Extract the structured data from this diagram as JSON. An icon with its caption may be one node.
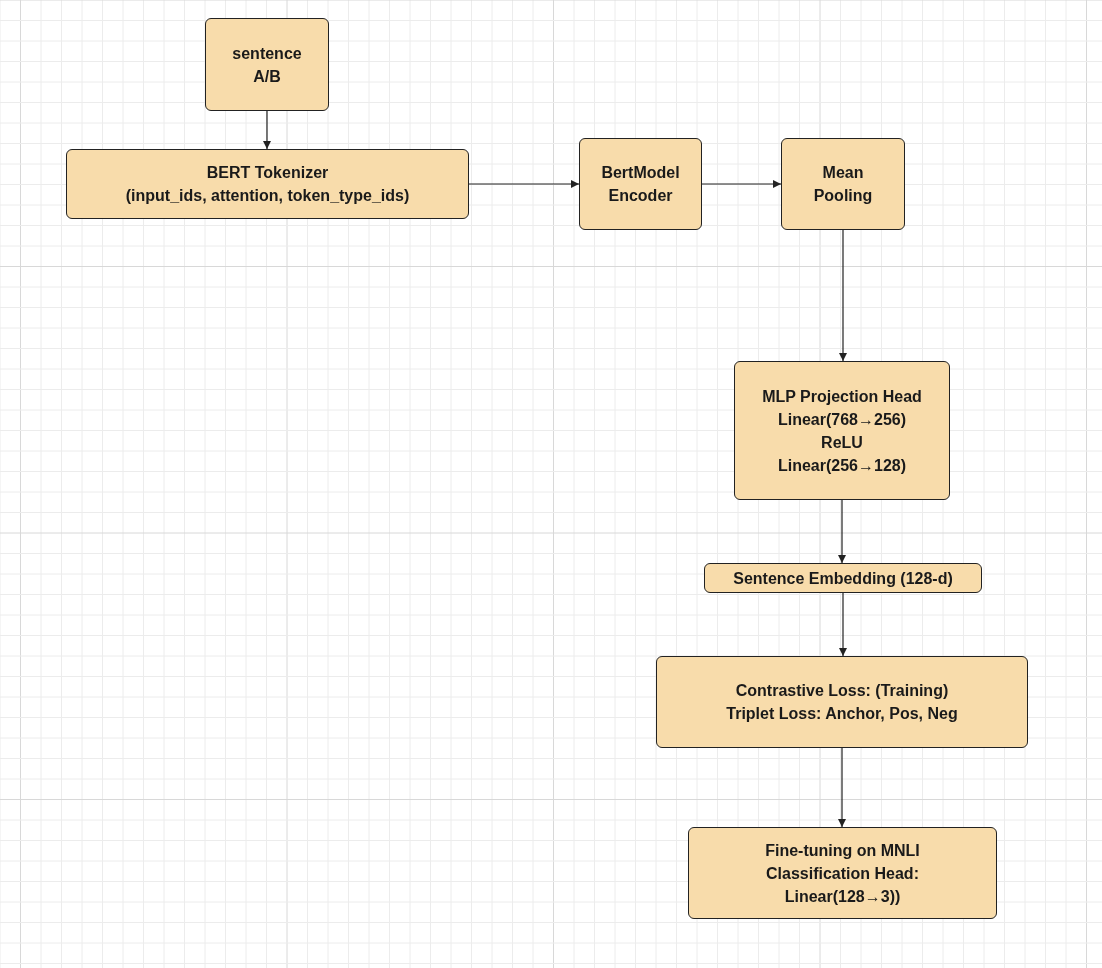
{
  "diagram": {
    "nodes": [
      {
        "text": [
          "sentence",
          "A/B"
        ]
      },
      {
        "text": [
          "BERT Tokenizer",
          "(input_ids, attention, token_type_ids)"
        ]
      },
      {
        "text": [
          "BertModel",
          "Encoder"
        ]
      },
      {
        "text": [
          "Mean",
          "Pooling"
        ]
      },
      {
        "text": [
          "MLP Projection Head",
          "Linear(768→256)",
          "ReLU",
          "Linear(256→128)"
        ]
      },
      {
        "text": [
          "Sentence Embedding (128-d)"
        ]
      },
      {
        "text": [
          "Contrastive Loss: (Training)",
          "Triplet Loss: Anchor, Pos, Neg"
        ]
      },
      {
        "text": [
          "Fine-tuning on MNLI",
          "Classification Head:",
          "Linear(128→3))"
        ]
      }
    ],
    "edges": [
      {
        "from": 0,
        "to": 1,
        "arrow": "to"
      },
      {
        "from": 1,
        "to": 2,
        "arrow": "to"
      },
      {
        "from": 2,
        "to": 3,
        "arrow": "to"
      },
      {
        "from": 3,
        "to": 4,
        "arrow": "to"
      },
      {
        "from": 4,
        "to": 5,
        "arrow": "to"
      },
      {
        "from": 5,
        "to": 6,
        "arrow": "to"
      },
      {
        "from": 6,
        "to": 7,
        "arrow": "to"
      }
    ]
  }
}
